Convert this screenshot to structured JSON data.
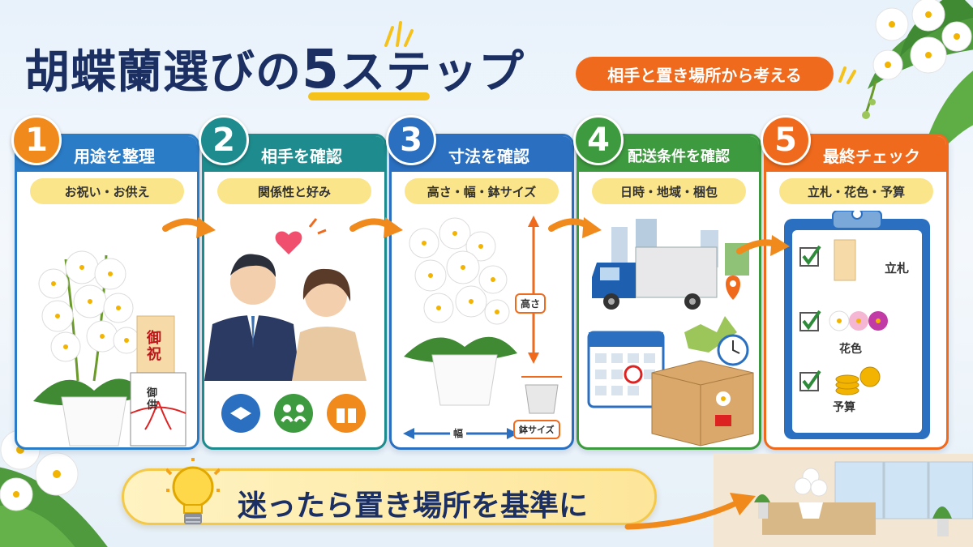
{
  "title": {
    "prefix": "胡蝶蘭選びの",
    "number": "5",
    "suffix": "ステップ"
  },
  "subtitle": "相手と置き場所から考える",
  "steps": [
    {
      "number": "1",
      "title": "用途を整理",
      "chip": "お祝い・お供え",
      "tags": [
        "御祝",
        "御供"
      ]
    },
    {
      "number": "2",
      "title": "相手を確認",
      "chip": "関係性と好み"
    },
    {
      "number": "3",
      "title": "寸法を確認",
      "chip": "高さ・幅・鉢サイズ",
      "labels": {
        "height": "高さ",
        "width": "幅",
        "pot": "鉢サイズ"
      }
    },
    {
      "number": "4",
      "title": "配送条件を確認",
      "chip": "日時・地域・梱包"
    },
    {
      "number": "5",
      "title": "最終チェック",
      "chip": "立札・花色・予算",
      "checklist": [
        "立札",
        "花色",
        "予算"
      ]
    }
  ],
  "banner": "迷ったら置き場所を基準に",
  "colors": {
    "navy": "#1b2f63",
    "orange": "#ef6a1c",
    "blue": "#2b7cc7",
    "teal": "#1e8c8e",
    "green": "#3e9a3f",
    "yellow": "#fbe58a"
  }
}
